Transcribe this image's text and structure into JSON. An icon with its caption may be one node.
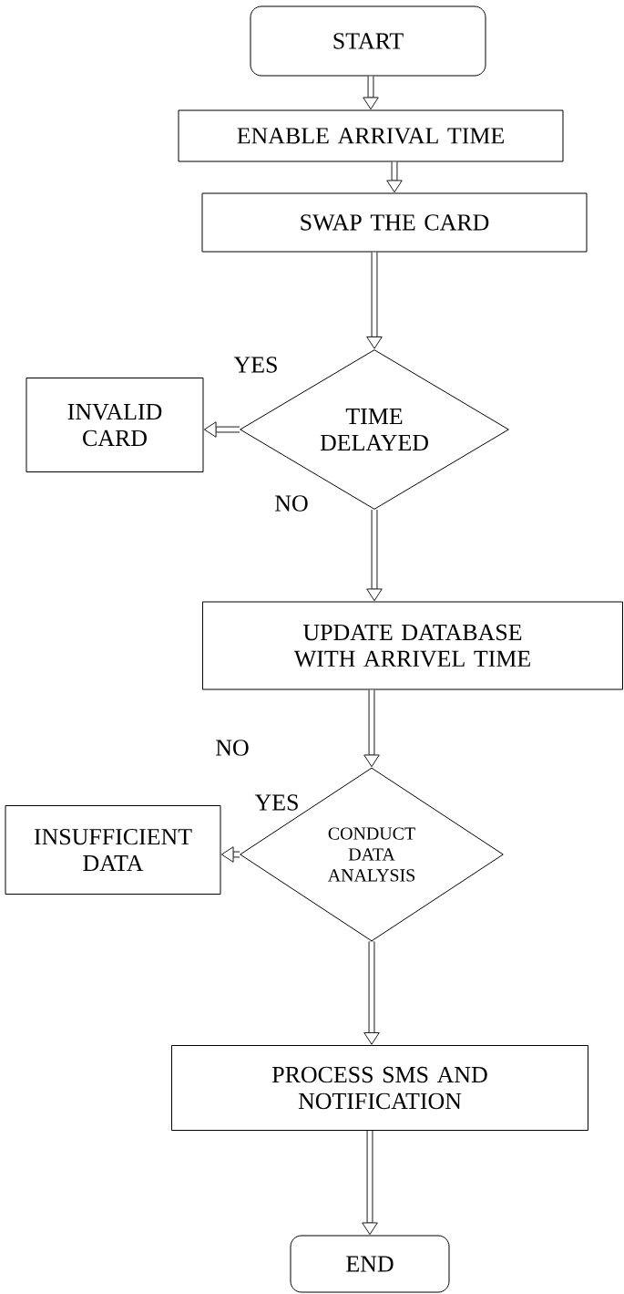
{
  "diagram": {
    "nodes": [
      {
        "text": [
          "START"
        ]
      },
      {
        "text": [
          "ENABLE ARRIVAL TIME"
        ]
      },
      {
        "text": [
          "SWAP THE CARD"
        ]
      },
      {
        "text": [
          "TIME DELAYED"
        ]
      },
      {
        "text": [
          "INVALID CARD"
        ]
      },
      {
        "text": [
          "UPDATE DATABASE WITH ARRIVEL TIME"
        ]
      },
      {
        "text": [
          "CONDUCT DATA ANALYSIS"
        ]
      },
      {
        "text": [
          "INSUFFICIENT DATA"
        ]
      },
      {
        "text": [
          "PROCESS SMS AND NOTIFICATION"
        ]
      },
      {
        "text": [
          "END"
        ]
      }
    ],
    "edges": [
      {
        "from": 0,
        "to": 1,
        "arrow": "to"
      },
      {
        "from": 1,
        "to": 2,
        "arrow": "to"
      },
      {
        "from": 2,
        "to": 3,
        "arrow": "to"
      },
      {
        "from": 3,
        "to": 4,
        "arrow": "to"
      },
      {
        "from": 3,
        "to": 5,
        "arrow": "to"
      },
      {
        "from": 5,
        "to": 6,
        "arrow": "to"
      },
      {
        "from": 6,
        "to": 7,
        "arrow": "to"
      },
      {
        "from": 6,
        "to": 8,
        "arrow": "to"
      },
      {
        "from": 8,
        "to": 9,
        "arrow": "to"
      }
    ],
    "labels": [
      "YES",
      "NO",
      "NO",
      "YES"
    ]
  }
}
